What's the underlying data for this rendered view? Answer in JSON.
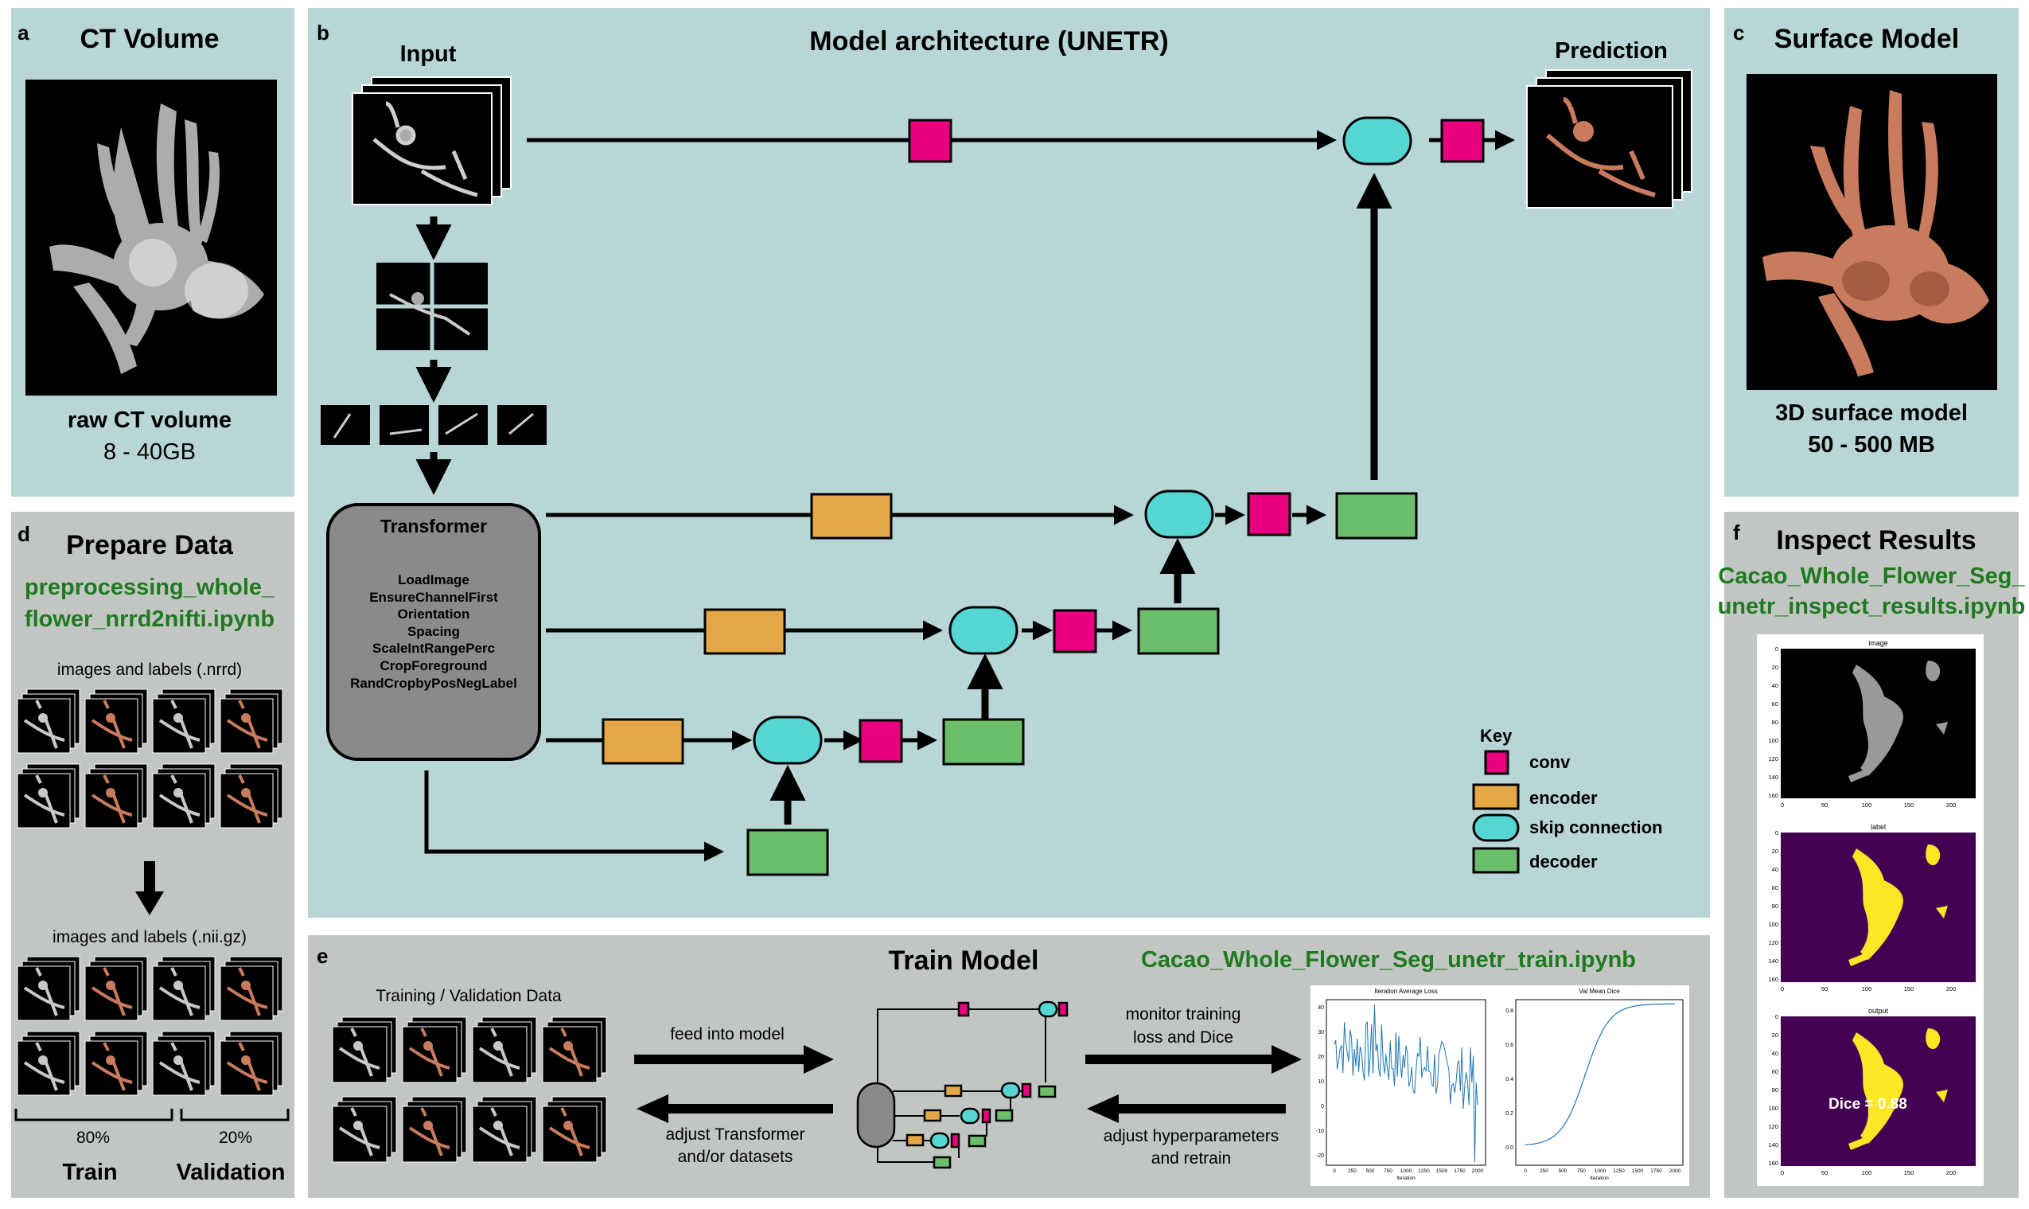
{
  "panel_a": {
    "letter": "a",
    "title": "CT Volume",
    "caption1": "raw CT volume",
    "caption2": "8 - 40GB"
  },
  "panel_b": {
    "letter": "b",
    "title": "Model architecture (UNETR)",
    "input_label": "Input",
    "prediction_label": "Prediction",
    "transformer_title": "Transformer",
    "transforms": [
      "LoadImage",
      "EnsureChannelFirst",
      "Orientation",
      "Spacing",
      "ScaleIntRangePerc",
      "CropForeground",
      "RandCropbyPosNegLabel"
    ],
    "key_title": "Key",
    "key_items": [
      "conv",
      "encoder",
      "skip connection",
      "decoder"
    ]
  },
  "panel_c": {
    "letter": "c",
    "title": "Surface Model",
    "caption1": "3D surface model",
    "caption2": "50 - 500 MB"
  },
  "panel_d": {
    "letter": "d",
    "title": "Prepare Data",
    "notebook_line1": "preprocessing_whole_",
    "notebook_line2": "flower_nrrd2nifti.ipynb",
    "label_nrrd": "images and labels (.nrrd)",
    "label_nii": "images and labels (.nii.gz)",
    "split_train_pct": "80%",
    "split_val_pct": "20%",
    "train_label": "Train",
    "val_label": "Validation"
  },
  "panel_e": {
    "letter": "e",
    "title": "Train Model",
    "notebook": "Cacao_Whole_Flower_Seg_unetr_train.ipynb",
    "data_label": "Training / Validation Data",
    "feed": "feed into model",
    "adjust1": "adjust Transformer",
    "adjust2": "and/or datasets",
    "monitor1": "monitor training",
    "monitor2": "loss and Dice",
    "hyper1": "adjust hyperparameters",
    "hyper2": "and retrain",
    "loss_plot": {
      "title": "Iteration Average Loss",
      "xlabel": "Iteration",
      "yticks": [
        "40",
        "30",
        "20",
        "10",
        "0",
        "-10",
        "-20"
      ],
      "xticks": [
        "0",
        "250",
        "500",
        "750",
        "1000",
        "1250",
        "1500",
        "1750",
        "2000"
      ]
    },
    "dice_plot": {
      "title": "Val Mean Dice",
      "xlabel": "Iteration",
      "yticks": [
        "0.8",
        "0.6",
        "0.4",
        "0.2",
        "0.0"
      ],
      "xticks": [
        "0",
        "250",
        "500",
        "750",
        "1000",
        "1250",
        "1500",
        "1750",
        "2000"
      ]
    }
  },
  "panel_f": {
    "letter": "f",
    "title": "Inspect Results",
    "notebook_line1": "Cacao_Whole_Flower_Seg_",
    "notebook_line2": "unetr_inspect_results.ipynb",
    "img_titles": [
      "image",
      "label",
      "output"
    ],
    "dice": "Dice = 0.88",
    "yticks": [
      "0",
      "20",
      "40",
      "60",
      "80",
      "100",
      "120",
      "140",
      "160"
    ],
    "xticks": [
      "0",
      "50",
      "100",
      "150",
      "200"
    ]
  },
  "colors": {
    "conv": "#e8007f",
    "encoder": "#e3a845",
    "skip": "#55d6d2",
    "decoder": "#6cbf6a",
    "transformer": "#8a8a8a",
    "teal_bg": "#b9d6d6",
    "gray_bg": "#c2c6c3",
    "notebook_green": "#1f7a1f",
    "flower_copper": "#c97b5e",
    "viridis_purple": "#440154",
    "viridis_yellow": "#fde725"
  }
}
